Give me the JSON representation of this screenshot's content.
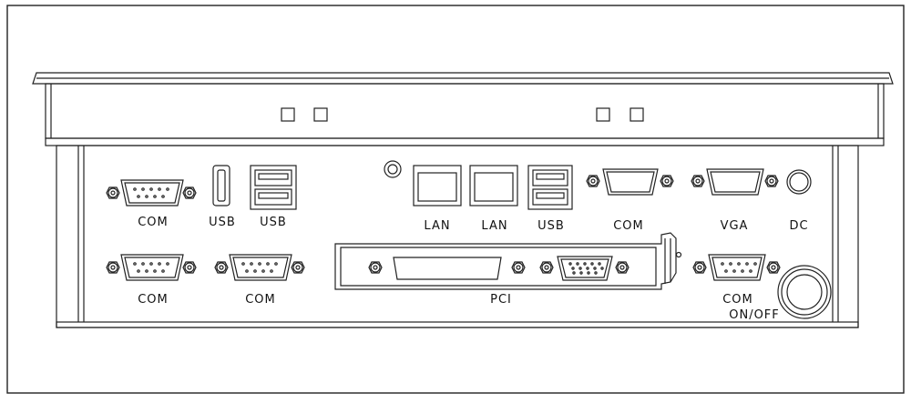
{
  "labels": {
    "com_top": "COM",
    "usb_a": "USB",
    "usb_b": "USB",
    "lan_1": "LAN",
    "lan_2": "LAN",
    "usb_c": "USB",
    "com_mid": "COM",
    "vga": "VGA",
    "dc": "DC",
    "com_bl1": "COM",
    "com_bl2": "COM",
    "pci": "PCI",
    "com_br": "COM",
    "on_off": "ON/OFF"
  }
}
